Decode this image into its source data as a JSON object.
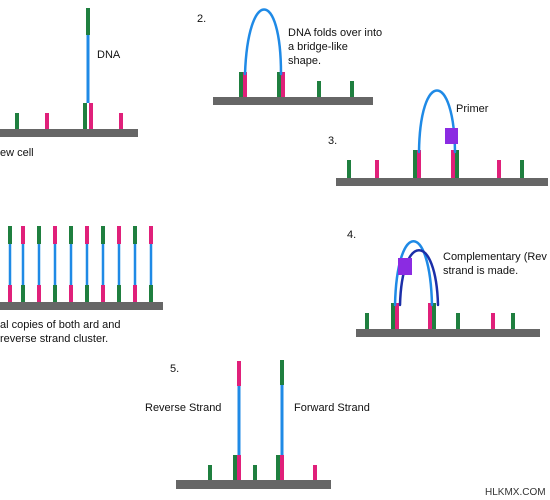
{
  "labels": {
    "dna": "DNA",
    "new_cell": "ew cell",
    "step2_num": "2.",
    "step2_text": "DNA folds over into a bridge-like shape.",
    "step3_num": "3.",
    "primer": "Primer",
    "step4_num": "4.",
    "step4_text": "Complementary (Rev strand is made.",
    "step5_num": "5.",
    "reverse_strand": "Reverse Strand",
    "forward_strand": "Forward Strand",
    "cluster_text": "al copies of both ard and reverse strand cluster.",
    "watermark": "HLKMX.COM"
  },
  "colors": {
    "substrate": "#666666",
    "forward_oligo": "#1f7f3f",
    "reverse_oligo": "#e0207a",
    "dna_strand": "#1f8ae6",
    "complement_strand": "#1b2ea8",
    "primer": "#8b2be2"
  }
}
